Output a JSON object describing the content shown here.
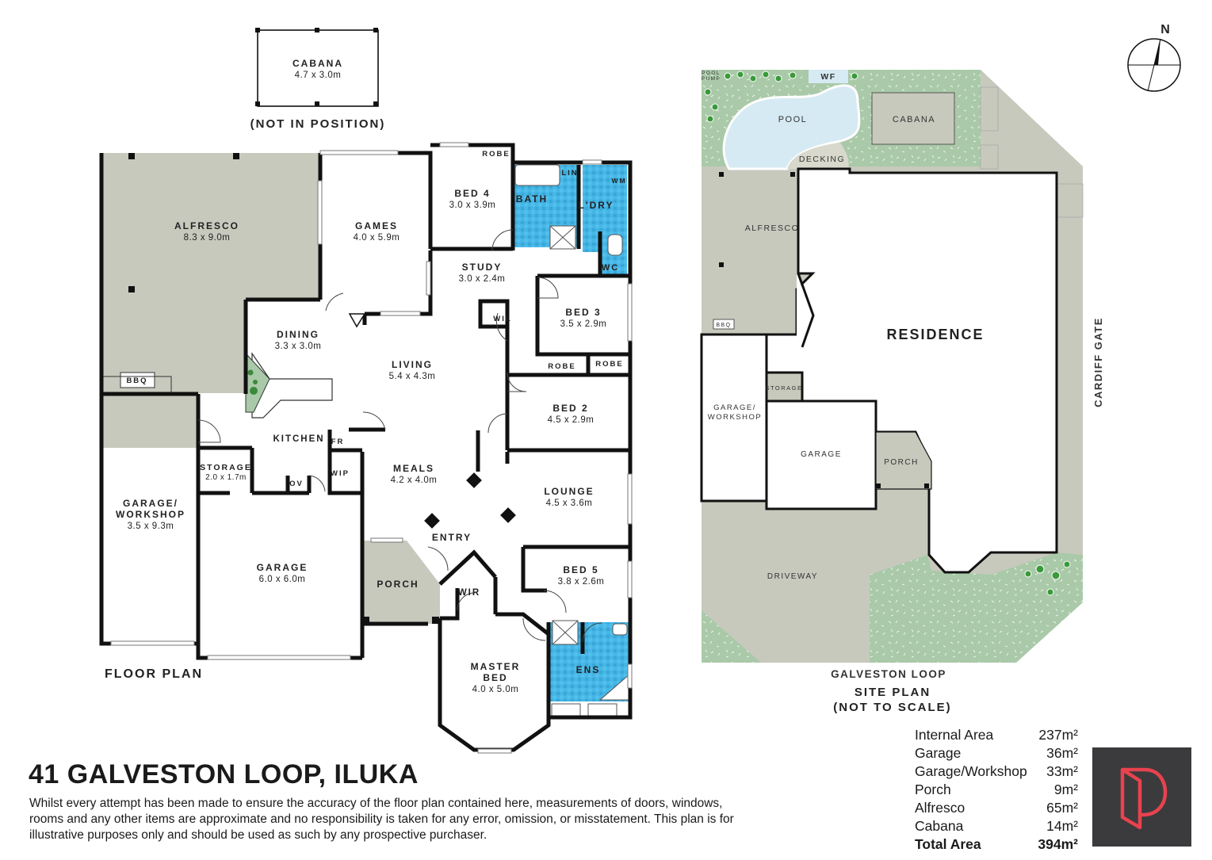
{
  "floor_plan": {
    "caption": "FLOOR PLAN",
    "cabana_note": "(NOT IN POSITION)",
    "rooms": [
      {
        "name": "CABANA",
        "dims": "4.7 x 3.0m"
      },
      {
        "name": "ALFRESCO",
        "dims": "8.3 x 9.0m"
      },
      {
        "name": "GAMES",
        "dims": "4.0 x 5.9m"
      },
      {
        "name": "BED 4",
        "dims": "3.0 x 3.9m"
      },
      {
        "name": "STUDY",
        "dims": "3.0 x 2.4m"
      },
      {
        "name": "BED 3",
        "dims": "3.5 x 2.9m"
      },
      {
        "name": "DINING",
        "dims": "3.3 x 3.0m"
      },
      {
        "name": "LIVING",
        "dims": "5.4 x 4.3m"
      },
      {
        "name": "BED 2",
        "dims": "4.5 x 2.9m"
      },
      {
        "name": "STORAGE",
        "dims": "2.0 x 1.7m"
      },
      {
        "name": "GARAGE/",
        "name2": "WORKSHOP",
        "dims": "3.5 x 9.3m"
      },
      {
        "name": "MEALS",
        "dims": "4.2 x 4.0m"
      },
      {
        "name": "LOUNGE",
        "dims": "4.5 x 3.6m"
      },
      {
        "name": "GARAGE",
        "dims": "6.0 x 6.0m"
      },
      {
        "name": "BED 5",
        "dims": "3.8 x 2.6m"
      },
      {
        "name": "MASTER",
        "name2": "BED",
        "dims": "4.0 x 5.0m"
      }
    ],
    "small_labels": {
      "robe_bed4": "ROBE",
      "bath": "BATH",
      "lin": "LIN",
      "ldry": "L'DRY",
      "wm": "WM",
      "wc": "WC",
      "wil": "WIL",
      "robe_a": "ROBE",
      "robe_b": "ROBE",
      "bbq": "BBQ",
      "kitchen": "KITCHEN",
      "fr": "FR",
      "wip": "WIP",
      "ov": "OV",
      "entry": "ENTRY",
      "porch": "PORCH",
      "wir": "WIR",
      "ens": "ENS"
    }
  },
  "site_plan": {
    "north": "N",
    "labels": {
      "pool_pump_1": "POOL",
      "pool_pump_2": "PUMP",
      "wf": "WF",
      "pool": "POOL",
      "cabana": "CABANA",
      "decking": "DECKING",
      "alfresco": "ALFRESCO",
      "bbq": "BBQ",
      "residence": "RESIDENCE",
      "storage": "STORAGE",
      "garage_workshop_1": "GARAGE/",
      "garage_workshop_2": "WORKSHOP",
      "garage": "GARAGE",
      "porch": "PORCH",
      "driveway": "DRIVEWAY",
      "cardiff_gate": "CARDIFF GATE"
    },
    "street": "GALVESTON LOOP",
    "title": "SITE PLAN",
    "scale_note": "(NOT TO SCALE)"
  },
  "address": "41 GALVESTON LOOP, ILUKA",
  "disclaimer": "Whilst every attempt has been made to ensure the accuracy of the floor plan contained here, measurements of doors, windows, rooms and any other items are approximate and no responsibility is taken for any error, omission, or misstatement. This plan is for illustrative purposes only and should be used as such by any prospective purchaser.",
  "areas": [
    {
      "label": "Internal Area",
      "value": "237m²"
    },
    {
      "label": "Garage",
      "value": "36m²"
    },
    {
      "label": "Garage/Workshop",
      "value": "33m²"
    },
    {
      "label": "Porch",
      "value": "9m²"
    },
    {
      "label": "Alfresco",
      "value": "65m²"
    },
    {
      "label": "Cabana",
      "value": "14m²"
    },
    {
      "label": "Total Area",
      "value": "394m²",
      "total": true
    }
  ],
  "colors": {
    "wall": "#111111",
    "outdoor_grey": "#c7c9bd",
    "wet_area_blue": "#3fb4e5",
    "garden_green": "#a9c9a8",
    "logo_bg": "#3b3b3d",
    "logo_red": "#e8424f"
  },
  "icons": [
    "north-compass-icon",
    "plant-icon",
    "logo-mark-icon"
  ]
}
